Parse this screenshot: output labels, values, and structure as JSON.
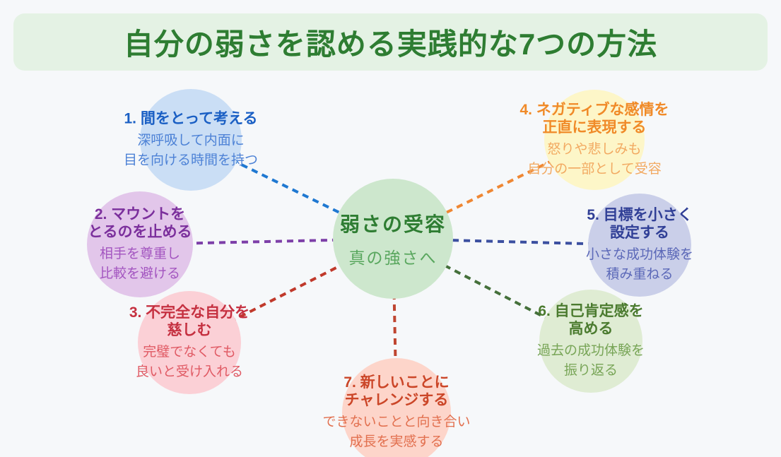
{
  "page": {
    "background": "#f6f8fa"
  },
  "header": {
    "title": "自分の弱さを認める実践的な7つの方法",
    "bg": "#e4f2e4",
    "color": "#2e7d32"
  },
  "center": {
    "title": "弱さの受容",
    "subtitle": "真の強さへ",
    "bg": "#cde7cd",
    "title_color": "#2e7d32",
    "subtitle_color": "#59a75e"
  },
  "items": [
    {
      "number": "1",
      "title": "1. 間をとって考える",
      "description": "深呼吸して内面に\n目を向ける時間を持つ",
      "circle_color": "#cadef5",
      "title_color": "#1a5fc4",
      "text_color": "#4d82d6",
      "line_color": "#1f78d1"
    },
    {
      "number": "2",
      "title": "2. マウントを\nとるのを止める",
      "description": "相手を尊重し\n比較を避ける",
      "circle_color": "#e2c6ea",
      "title_color": "#7b2f9c",
      "text_color": "#a355c0",
      "line_color": "#7d3fa8"
    },
    {
      "number": "3",
      "title": "3. 不完全な自分を\n慈しむ",
      "description": "完璧でなくても\n良いと受け入れる",
      "circle_color": "#fbd0d6",
      "title_color": "#c53040",
      "text_color": "#e05a64",
      "line_color": "#c0392b"
    },
    {
      "number": "4",
      "title": "4. ネガティブな感情を\n正直に表現する",
      "description": "怒りや悲しみも\n自分の一部として受容",
      "circle_color": "#fdf6c8",
      "title_color": "#f08a28",
      "text_color": "#f2a961",
      "line_color": "#ef8733"
    },
    {
      "number": "5",
      "title": "5. 目標を小さく\n設定する",
      "description": "小さな成功体験を\n積み重ねる",
      "circle_color": "#cacfe9",
      "title_color": "#303f96",
      "text_color": "#5b68b8",
      "line_color": "#3b4fa0"
    },
    {
      "number": "6",
      "title": "6. 自己肯定感を\n高める",
      "description": "過去の成功体験を\n振り返る",
      "circle_color": "#dfecd3",
      "title_color": "#4b7b2f",
      "text_color": "#78a557",
      "line_color": "#44703a"
    },
    {
      "number": "7",
      "title": "7. 新しいことに\nチャレンジする",
      "description": "できないことと向き合い\n成長を実感する",
      "circle_color": "#fdd5ca",
      "title_color": "#cb4628",
      "text_color": "#e2704f",
      "line_color": "#bf4530"
    }
  ]
}
